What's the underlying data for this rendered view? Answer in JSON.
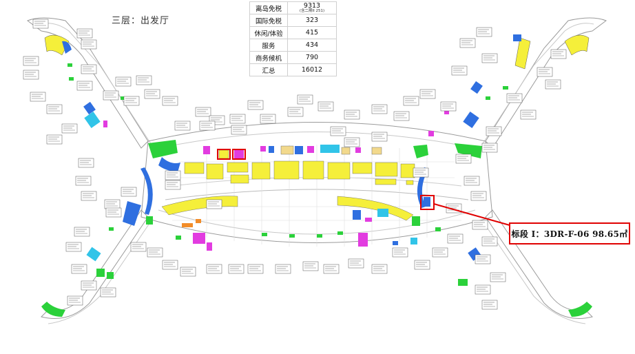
{
  "floor_title": "三层：出发厅",
  "summary": {
    "rows": [
      {
        "label": "离岛免税",
        "value": "9313",
        "sub": "(含二期II 251)"
      },
      {
        "label": "国际免税",
        "value": "323",
        "sub": ""
      },
      {
        "label": "休闲/体验",
        "value": "415",
        "sub": ""
      },
      {
        "label": "服务",
        "value": "434",
        "sub": ""
      },
      {
        "label": "商务候机",
        "value": "790",
        "sub": ""
      },
      {
        "label": "汇总",
        "value": "16012",
        "sub": ""
      }
    ]
  },
  "callout": {
    "text": "标段 I：3DR-F-06 98.65㎡",
    "border_color": "#e00000"
  },
  "zone_colors": {
    "duty_free": "#f5ef3a",
    "international": "#2f6fe0",
    "leisure": "#e23ce0",
    "service": "#2bd13a",
    "business": "#31c4e8",
    "food": "#f28c28",
    "retail": "#f2d98c",
    "highlight": "#e00000"
  }
}
